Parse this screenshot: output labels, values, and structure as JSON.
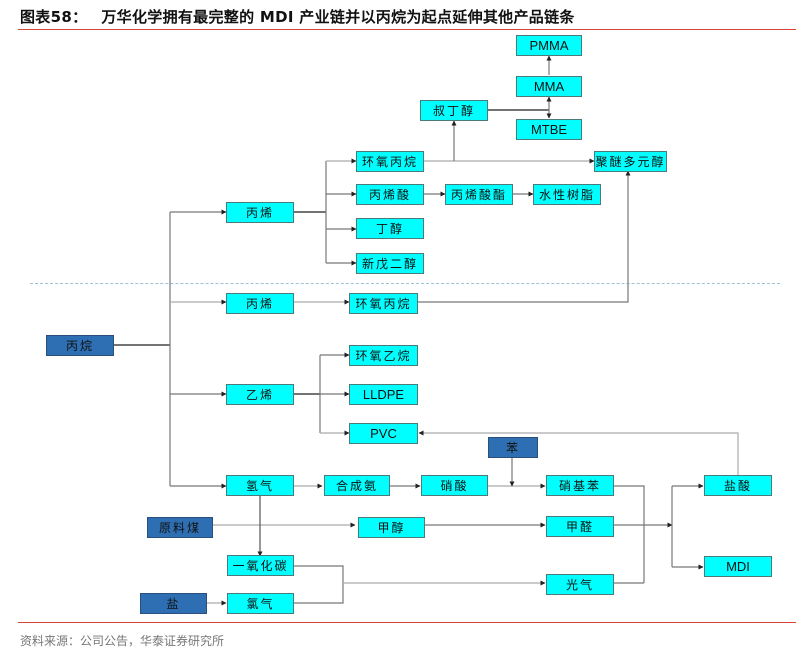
{
  "header": {
    "figure_number": "图表58：",
    "title": "万华化学拥有最完整的 MDI 产业链并以丙烷为起点延伸其他产品链条"
  },
  "footer": {
    "source": "资料来源：公司公告，华泰证券研究所"
  },
  "colors": {
    "product_fill": "#00ffff",
    "raw_fill": "#2e6fb3",
    "rule": "#d9443a",
    "connector": "#777777"
  },
  "nodes": {
    "pmma": {
      "label": "PMMA",
      "kind": "product"
    },
    "mma": {
      "label": "MMA",
      "kind": "product"
    },
    "shudingchun": {
      "label": "叔丁醇",
      "kind": "product"
    },
    "mtbe": {
      "label": "MTBE",
      "kind": "product"
    },
    "huanyangbingwan_top": {
      "label": "环氧丙烷",
      "kind": "product"
    },
    "jumiduoyuanchun": {
      "label": "聚醚多元醇",
      "kind": "product"
    },
    "bingxi_top": {
      "label": "丙烯",
      "kind": "product"
    },
    "bingxisuan": {
      "label": "丙烯酸",
      "kind": "product"
    },
    "bingxisuanzhi": {
      "label": "丙烯酸酯",
      "kind": "product"
    },
    "shuixingshuzhi": {
      "label": "水性树脂",
      "kind": "product"
    },
    "dingchun": {
      "label": "丁醇",
      "kind": "product"
    },
    "xinwuerchun": {
      "label": "新戊二醇",
      "kind": "product"
    },
    "bingxi_mid": {
      "label": "丙烯",
      "kind": "product"
    },
    "huanyangbingwan_mid": {
      "label": "环氧丙烷",
      "kind": "product"
    },
    "bingwan": {
      "label": "丙烷",
      "kind": "raw"
    },
    "huanyangyiwan": {
      "label": "环氧乙烷",
      "kind": "product"
    },
    "yixi": {
      "label": "乙烯",
      "kind": "product"
    },
    "lldpe": {
      "label": "LLDPE",
      "kind": "product"
    },
    "pvc": {
      "label": "PVC",
      "kind": "product"
    },
    "ben": {
      "label": "苯",
      "kind": "raw"
    },
    "qingqi": {
      "label": "氢气",
      "kind": "product"
    },
    "hechengan": {
      "label": "合成氨",
      "kind": "product"
    },
    "xiaosuan": {
      "label": "硝酸",
      "kind": "product"
    },
    "xiaojiben": {
      "label": "硝基苯",
      "kind": "product"
    },
    "yansuan": {
      "label": "盐酸",
      "kind": "product"
    },
    "yuanliaomei": {
      "label": "原料煤",
      "kind": "raw"
    },
    "jiachun": {
      "label": "甲醇",
      "kind": "product"
    },
    "jiaquan": {
      "label": "甲醛",
      "kind": "product"
    },
    "mdi": {
      "label": "MDI",
      "kind": "product"
    },
    "yiyanghuatan": {
      "label": "一氧化碳",
      "kind": "product"
    },
    "guangqi": {
      "label": "光气",
      "kind": "product"
    },
    "yan": {
      "label": "盐",
      "kind": "raw"
    },
    "lvqi": {
      "label": "氯气",
      "kind": "product"
    }
  }
}
